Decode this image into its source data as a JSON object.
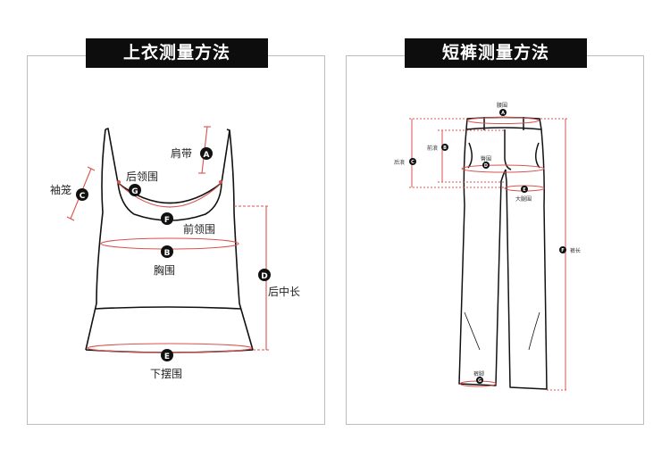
{
  "top_section": {
    "title": "上衣测量方法",
    "points": {
      "A": "肩带",
      "B": "胸围",
      "C": "袖笼",
      "D": "后中长",
      "E": "下摆围",
      "F": "前领围",
      "G": "后领围"
    }
  },
  "shorts_section": {
    "title": "短裤测量方法",
    "points": {
      "A": "腰围",
      "B": "前浪",
      "C": "后浪",
      "D": "臀围",
      "E": "大腿围",
      "F": "裤长",
      "G": "裤脚"
    }
  },
  "colors": {
    "measure_red": "#d9534f",
    "badge_black": "#111111",
    "title_bg": "#0d0d0d"
  }
}
